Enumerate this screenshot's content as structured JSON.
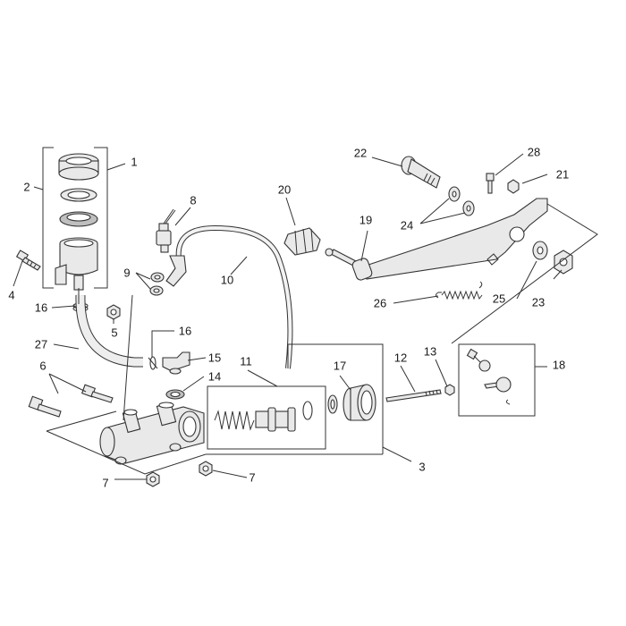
{
  "callouts": {
    "c1": "1",
    "c2": "2",
    "c3": "3",
    "c4": "4",
    "c5": "5",
    "c6": "6",
    "c7a": "7",
    "c7b": "7",
    "c8": "8",
    "c9": "9",
    "c10": "10",
    "c11": "11",
    "c12": "12",
    "c13": "13",
    "c14": "14",
    "c15": "15",
    "c16a": "16",
    "c16b": "16",
    "c17": "17",
    "c18": "18",
    "c19": "19",
    "c20": "20",
    "c21": "21",
    "c22": "22",
    "c23": "23",
    "c24": "24",
    "c25": "25",
    "c26": "26",
    "c27": "27",
    "c28": "28"
  },
  "colors": {
    "line": "#333333",
    "part_fill": "#e9e9e9",
    "part_dark": "#bfbfbf",
    "background": "#ffffff"
  }
}
